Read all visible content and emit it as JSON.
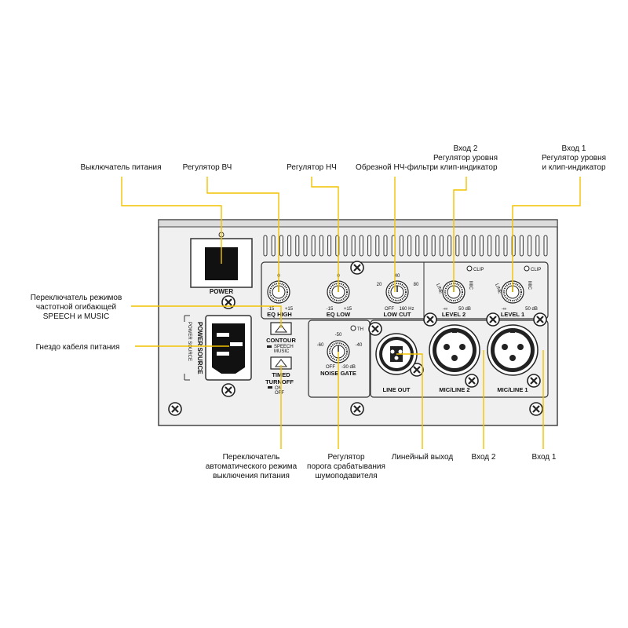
{
  "callouts": {
    "power_switch": "Выключатель питания",
    "eq_high": "Регулятор ВЧ",
    "eq_low": "Регулятор НЧ",
    "low_cut": "Обрезной НЧ-фильтр",
    "input2_level": [
      "Вход 2",
      "Регулятор уровня",
      "и клип-индикатор"
    ],
    "input1_level": [
      "Вход 1",
      "Регулятор уровня",
      "и клип-индикатор"
    ],
    "contour_switch": [
      "Переключатель режимов",
      "частотной огибающей",
      "SPEECH и MUSIC"
    ],
    "power_socket": "Гнездо кабеля питания",
    "timed_turnoff": [
      "Переключатель",
      "автоматического режима",
      "выключения питания"
    ],
    "noise_gate": [
      "Регулятор",
      "порога срабатывания",
      "шумоподавителя"
    ],
    "line_out": "Линейный выход",
    "input2": "Вход 2",
    "input1": "Вход 1"
  },
  "panel": {
    "power": "POWER",
    "power_source": "POWER SOURCE",
    "eq_high": "EQ HIGH",
    "eq_high_center": "0",
    "eq_high_min": "-15",
    "eq_high_max": "+15",
    "eq_low": "EQ LOW",
    "eq_low_center": "0",
    "eq_low_min": "-15",
    "eq_low_max": "+15",
    "low_cut": "LOW CUT",
    "low_cut_top": "40",
    "low_cut_left": "20",
    "low_cut_right": "80",
    "low_cut_off": "OFF",
    "low_cut_max": "160 Hz",
    "level2": "LEVEL 2",
    "level1": "LEVEL 1",
    "level_min": "-∞",
    "level_max": "50 dB",
    "line": "LINE",
    "mic": "MIC",
    "clip": "CLIP",
    "contour": "CONTOUR",
    "speech": "SPEECH",
    "music": "MUSIC",
    "timed_turnoff": [
      "TIMED",
      "TURNOFF"
    ],
    "on": "ON",
    "off": "OFF",
    "noise_gate": "NOISE GATE",
    "ng_top": "-50",
    "ng_left": "-60",
    "ng_right": "-40",
    "ng_off": "OFF",
    "ng_max": "-30 dB",
    "th": "TH",
    "line_out": "LINE OUT",
    "mic_line2": "MIC/LINE 2",
    "mic_line1": "MIC/LINE 1"
  },
  "colors": {
    "leader": "#f2c200",
    "panel_bg": "#f2f2f2",
    "panel_stroke": "#555555"
  }
}
